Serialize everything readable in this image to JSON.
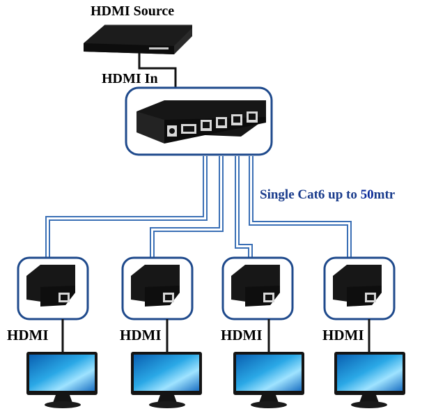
{
  "source": {
    "title": "HDMI Source"
  },
  "splitter": {
    "input_label": "HDMI In"
  },
  "cable_note": {
    "prefix": "Single Cat6 up to ",
    "distance": "50",
    "unit": "mtr"
  },
  "receivers": [
    {
      "output_label": "HDMI"
    },
    {
      "output_label": "HDMI"
    },
    {
      "output_label": "HDMI"
    },
    {
      "output_label": "HDMI"
    }
  ],
  "colors": {
    "frame": "#1f4a8c",
    "cable": "#3a6fb5",
    "wire": "#111111",
    "note_text": "#1a3c8c",
    "device_body": "#1b1b1b"
  }
}
